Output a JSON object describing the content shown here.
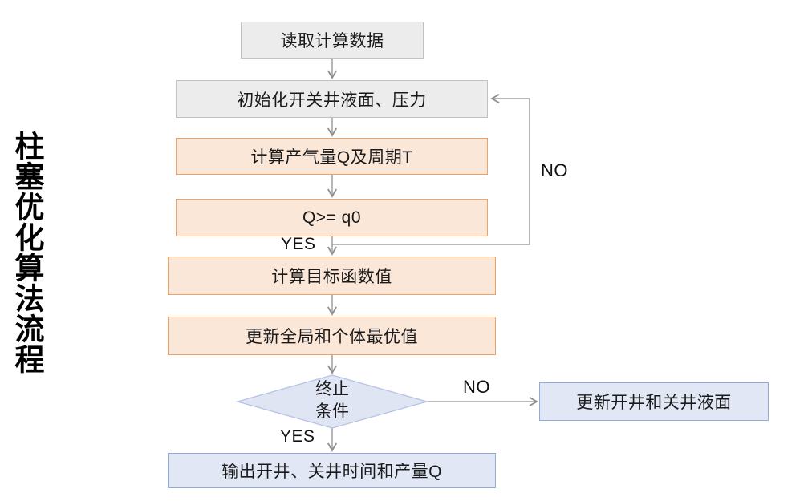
{
  "title": "柱塞优化算法流程",
  "flowchart": {
    "nodes": {
      "read_data": {
        "label": "读取计算数据",
        "shape": "rect",
        "style": "gray"
      },
      "init": {
        "label": "初始化开关井液面、压力",
        "shape": "rect",
        "style": "gray"
      },
      "calc_q": {
        "label": "计算产气量Q及周期T",
        "shape": "rect",
        "style": "orange"
      },
      "q_check": {
        "label": "Q>= q0",
        "shape": "rect",
        "style": "orange"
      },
      "objective": {
        "label": "计算目标函数值",
        "shape": "rect",
        "style": "orange"
      },
      "update_best": {
        "label": "更新全局和个体最优值",
        "shape": "rect",
        "style": "orange"
      },
      "terminate": {
        "label_line1": "终止",
        "label_line2": "条件",
        "shape": "diamond",
        "style": "blue"
      },
      "update_level": {
        "label": "更新开井和关井液面",
        "shape": "rect",
        "style": "blue"
      },
      "output": {
        "label": "输出开井、关井时间和产量Q",
        "shape": "rect",
        "style": "blue"
      }
    },
    "edges": {
      "q_yes_label": "YES",
      "q_no_label": "NO",
      "term_yes_label": "YES",
      "term_no_label": "NO"
    },
    "flow_description": [
      "read_data -> init",
      "init -> calc_q",
      "calc_q -> q_check",
      "q_check -YES-> objective",
      "q_check -NO-> init (loop back)",
      "objective -> update_best",
      "update_best -> terminate",
      "terminate -NO-> update_level",
      "terminate -YES-> output"
    ]
  },
  "colors": {
    "gray_fill": "#ececec",
    "gray_border": "#c1c1c1",
    "orange_fill": "#fbe7d8",
    "orange_border": "#f1a263",
    "blue_fill": "#e2e7f5",
    "blue_border": "#93a9d9",
    "diamond_fill": "#e0e5f4",
    "diamond_border": "#b7c3e6",
    "arrow_color": "#8f8f8f",
    "text_color": "#1a1a1a"
  }
}
